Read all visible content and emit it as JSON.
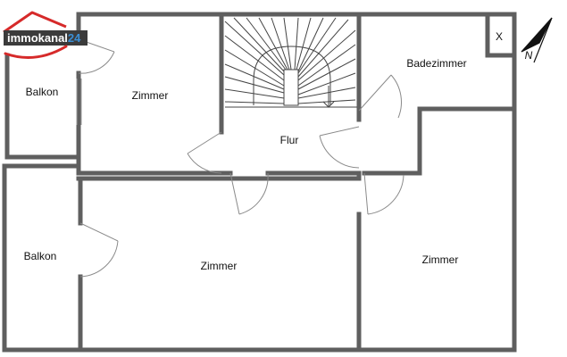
{
  "logo": {
    "text_main": "immokanal",
    "text_num": "24",
    "color_main": "#ffffff",
    "color_num": "#3a8fd6",
    "box_color": "#3b3b3b",
    "roof_color": "#d62a2a"
  },
  "rooms": {
    "balkon_top": "Balkon",
    "zimmer_top": "Zimmer",
    "flur": "Flur",
    "badezimmer": "Badezimmer",
    "balkon_bottom": "Balkon",
    "zimmer_bottom_left": "Zimmer",
    "zimmer_right": "Zimmer",
    "shaft_mark": "X"
  },
  "compass": {
    "label": "N"
  },
  "colors": {
    "wall": "#5f5f5f",
    "door": "#8a8a8a",
    "stairs": "#444444"
  }
}
